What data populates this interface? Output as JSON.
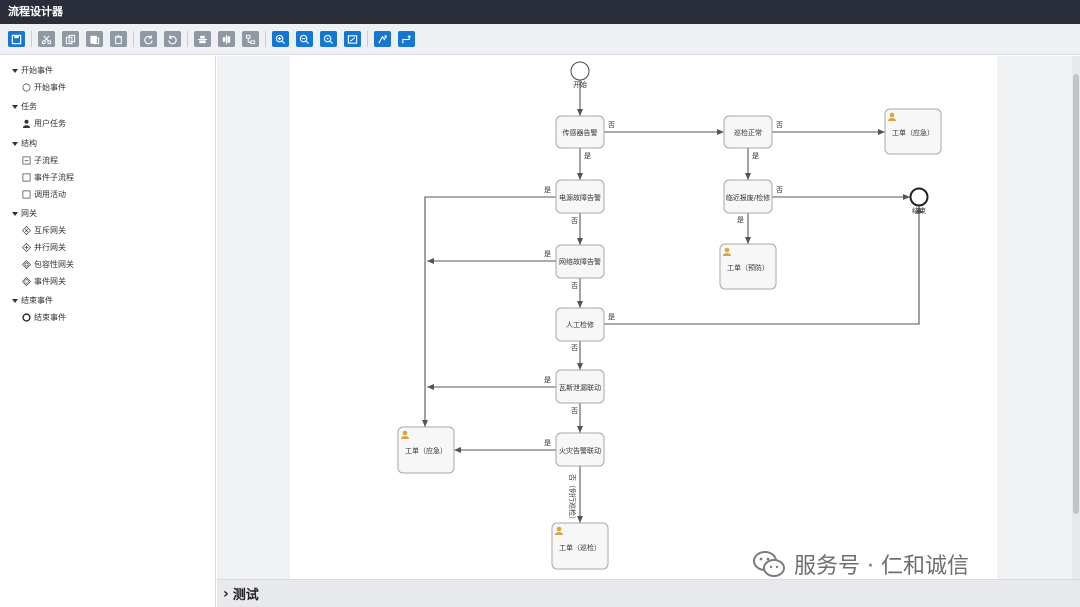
{
  "app": {
    "title": "流程设计器"
  },
  "toolbar": {
    "buttons": [
      {
        "name": "save",
        "icon": "save-icon"
      },
      {
        "name": "cut",
        "icon": "scissors-icon"
      },
      {
        "name": "copy",
        "icon": "copy-icon"
      },
      {
        "name": "paste",
        "icon": "paste-icon"
      },
      {
        "name": "delete",
        "icon": "trash-icon"
      },
      {
        "name": "redo",
        "icon": "redo-icon"
      },
      {
        "name": "undo",
        "icon": "undo-icon"
      },
      {
        "name": "align-horizontal",
        "icon": "align-horizontal-icon"
      },
      {
        "name": "align-vertical",
        "icon": "align-vertical-icon"
      },
      {
        "name": "auto-layout",
        "icon": "layout-icon"
      },
      {
        "name": "zoom-in",
        "icon": "zoom-in-icon"
      },
      {
        "name": "zoom-out",
        "icon": "zoom-out-icon"
      },
      {
        "name": "zoom-reset",
        "icon": "zoom-reset-icon"
      },
      {
        "name": "fit",
        "icon": "fit-icon"
      },
      {
        "name": "connect-straight",
        "icon": "connector-icon"
      },
      {
        "name": "connect-ortho",
        "icon": "connector-ortho-icon"
      }
    ]
  },
  "palette": {
    "categories": [
      {
        "label": "开始事件",
        "items": [
          {
            "label": "开始事件",
            "icon": "circle-icon"
          }
        ]
      },
      {
        "label": "任务",
        "items": [
          {
            "label": "用户任务",
            "icon": "user-icon"
          }
        ]
      },
      {
        "label": "结构",
        "items": [
          {
            "label": "子流程",
            "icon": "subprocess-icon"
          },
          {
            "label": "事件子流程",
            "icon": "square-icon"
          },
          {
            "label": "调用活动",
            "icon": "square-icon"
          }
        ]
      },
      {
        "label": "网关",
        "items": [
          {
            "label": "互斥网关",
            "icon": "exclusive-gateway-icon"
          },
          {
            "label": "并行网关",
            "icon": "parallel-gateway-icon"
          },
          {
            "label": "包容性网关",
            "icon": "inclusive-gateway-icon"
          },
          {
            "label": "事件网关",
            "icon": "event-gateway-icon"
          }
        ]
      },
      {
        "label": "结束事件",
        "items": [
          {
            "label": "结束事件",
            "icon": "end-circle-icon"
          }
        ]
      }
    ]
  },
  "diagram": {
    "start": "开始",
    "end": "结束",
    "nodes": {
      "sensor": "传感器告警",
      "power": "电源故障告警",
      "network": "网络故障告警",
      "manual": "人工检修",
      "gas": "瓦斯泄漏联动",
      "fire": "火灾告警联动",
      "patrol_ok": "巡检正常",
      "overdue": "临近报废/检修"
    },
    "user_tasks": {
      "wo_emergency_top": "工单（应急）",
      "wo_prevent": "工单（预防）",
      "wo_emergency_left": "工单（应急）",
      "wo_patrol": "工单（巡检）"
    },
    "edge_labels": {
      "no": "否",
      "yes": "是",
      "no_patrol": "否（例行巡检）"
    }
  },
  "bottom_panel": {
    "title": "测试"
  },
  "watermark": {
    "text": "服务号 · 仁和诚信"
  }
}
